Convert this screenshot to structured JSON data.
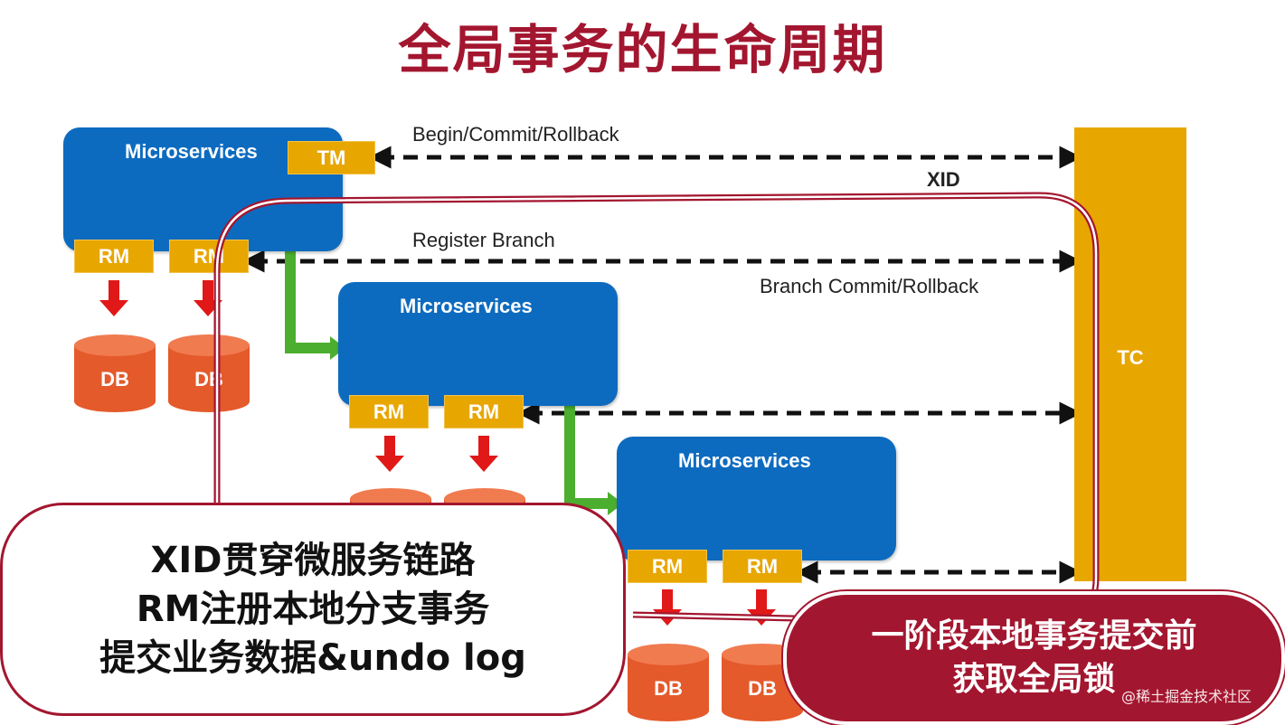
{
  "title": "全局事务的生命周期",
  "services": [
    {
      "label": "Microservices",
      "rm": [
        "RM",
        "RM"
      ],
      "tm": "TM",
      "db": [
        "DB",
        "DB"
      ]
    },
    {
      "label": "Microservices",
      "rm": [
        "RM",
        "RM"
      ],
      "db": [
        "",
        ""
      ]
    },
    {
      "label": "Microservices",
      "rm": [
        "RM",
        "RM"
      ],
      "db": [
        "DB",
        "DB"
      ]
    }
  ],
  "tc": {
    "label": "TC"
  },
  "lines": {
    "begin": "Begin/Commit/Rollback",
    "xid": "XID",
    "register": "Register Branch",
    "branch": "Branch Commit/Rollback"
  },
  "callouts": {
    "left": [
      "XID贯穿微服务链路",
      "RM注册本地分支事务",
      "提交业务数据&undo log"
    ],
    "right": [
      "一阶段本地事务提交前",
      "获取全局锁"
    ]
  },
  "watermark": "@稀土掘金技术社区",
  "colors": {
    "title": "#a3162f",
    "service": "#0d6bbf",
    "tag": "#e8a600",
    "db": "#e45a2b",
    "red_arrow": "#e01818",
    "green_arrow": "#4cae2f",
    "xid_path": "#a3162f"
  },
  "icons": [
    "arrow-down-icon",
    "arrow-right-bend-icon",
    "bidirectional-arrow-icon",
    "database-icon"
  ]
}
